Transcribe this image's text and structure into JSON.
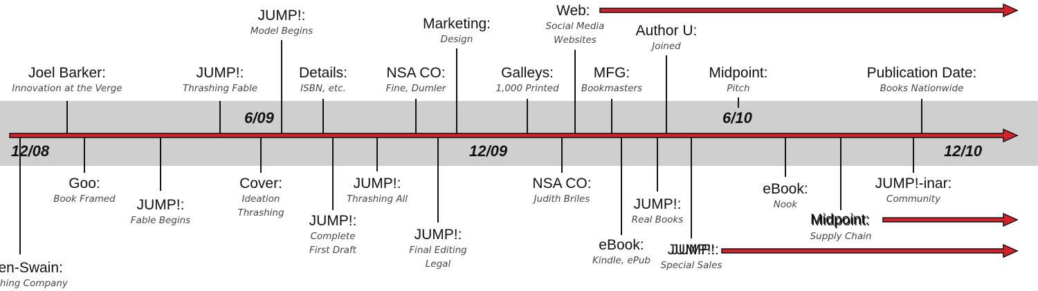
{
  "timeline": {
    "colors": {
      "band": "#cfcfd0",
      "arrow_fill": "#d2232a",
      "arrow_stroke": "#111111",
      "ink": "#111111"
    },
    "dates": [
      "12/08",
      "6/09",
      "12/09",
      "6/10",
      "12/10"
    ],
    "events_above": [
      {
        "title": "Joel Barker:",
        "lines": [
          "Innovation at the Verge"
        ]
      },
      {
        "title": "JUMP!:",
        "lines": [
          "Thrashing Fable"
        ]
      },
      {
        "title": "JUMP!:",
        "lines": [
          "Model Begins"
        ]
      },
      {
        "title": "Details:",
        "lines": [
          "ISBN, etc."
        ]
      },
      {
        "title": "NSA CO:",
        "lines": [
          "Fine, Dumler"
        ]
      },
      {
        "title": "Marketing:",
        "lines": [
          "Design"
        ]
      },
      {
        "title": "Galleys:",
        "lines": [
          "1,000 Printed"
        ]
      },
      {
        "title": "",
        "lines": [
          "Social Media",
          "Websites"
        ]
      },
      {
        "title": "MFG:",
        "lines": [
          "Bookmasters"
        ]
      },
      {
        "title": "Author U:",
        "lines": [
          "Joined"
        ]
      },
      {
        "title": "Midpoint:",
        "lines": [
          "Pitch"
        ]
      },
      {
        "title": "Publication Date:",
        "lines": [
          "Books Nationwide"
        ]
      }
    ],
    "events_below": [
      {
        "title": "Alden-Swain:",
        "lines": [
          "Publishing Company"
        ]
      },
      {
        "title": "Goo:",
        "lines": [
          "Book Framed"
        ]
      },
      {
        "title": "JUMP!:",
        "lines": [
          "Fable Begins"
        ]
      },
      {
        "title": "Cover:",
        "lines": [
          "Ideation",
          "Thrashing"
        ]
      },
      {
        "title": "JUMP!:",
        "lines": [
          "Complete",
          "First Draft"
        ]
      },
      {
        "title": "JUMP!:",
        "lines": [
          "Thrashing All"
        ]
      },
      {
        "title": "JUMP!:",
        "lines": [
          "Final Editing",
          "Legal"
        ]
      },
      {
        "title": "NSA CO:",
        "lines": [
          "Judith Briles"
        ]
      },
      {
        "title": "eBook:",
        "lines": [
          "Kindle, ePub"
        ]
      },
      {
        "title": "JUMP!:",
        "lines": [
          "Real Books"
        ]
      },
      {
        "title": "JUMP!:",
        "lines": [
          "Special Sales"
        ]
      },
      {
        "title": "eBook:",
        "lines": [
          "Nook"
        ]
      },
      {
        "title": "Midpoint:",
        "lines": [
          "Supply Chain"
        ]
      },
      {
        "title": "JUMP!-inar:",
        "lines": [
          "Community"
        ]
      }
    ],
    "ongoing": [
      "Web:",
      "Midpoint:",
      "JUMP!:"
    ]
  }
}
